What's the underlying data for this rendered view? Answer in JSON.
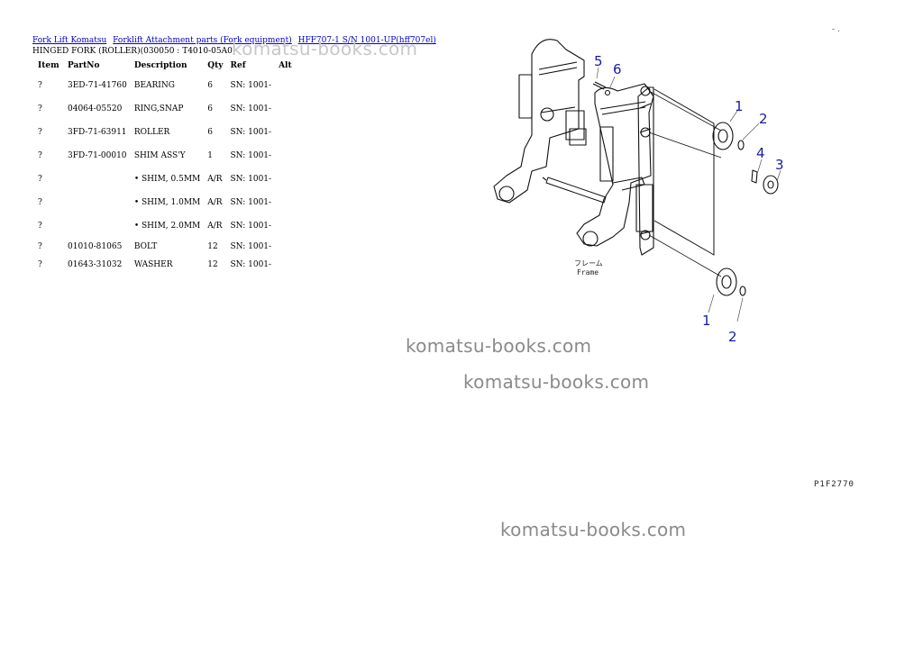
{
  "breadcrumb": {
    "items": [
      "Fork Lift Komatsu",
      "Forklift Attachment parts (Fork equipment)",
      "HFF707-1 S/N 1001-UP(hff707el)"
    ]
  },
  "page_title": "HINGED FORK (ROLLER)(030050 : T4010-05A0)",
  "table": {
    "headers": [
      "Item",
      "PartNo",
      "Description",
      "Qty",
      "Ref",
      "Alt"
    ],
    "rows": [
      {
        "item": "?",
        "part": "3ED-71-41760",
        "desc": "BEARING",
        "qty": "6",
        "ref": "SN: 1001-",
        "alt": "",
        "h": 26
      },
      {
        "item": "?",
        "part": "04064-05520",
        "desc": "RING,SNAP",
        "qty": "6",
        "ref": "SN: 1001-",
        "alt": "",
        "h": 26
      },
      {
        "item": "?",
        "part": "3FD-71-63911",
        "desc": "ROLLER",
        "qty": "6",
        "ref": "SN: 1001-",
        "alt": "",
        "h": 26
      },
      {
        "item": "?",
        "part": "3FD-71-00010",
        "desc": "SHIM ASS'Y",
        "qty": "1",
        "ref": "SN: 1001-",
        "alt": "",
        "h": 26
      },
      {
        "item": "?",
        "part": "",
        "desc": "• SHIM, 0.5MM",
        "qty": "A/R",
        "ref": "SN: 1001-",
        "alt": "",
        "h": 26
      },
      {
        "item": "?",
        "part": "",
        "desc": "• SHIM, 1.0MM",
        "qty": "A/R",
        "ref": "SN: 1001-",
        "alt": "",
        "h": 26
      },
      {
        "item": "?",
        "part": "",
        "desc": "• SHIM, 2.0MM",
        "qty": "A/R",
        "ref": "SN: 1001-",
        "alt": "",
        "h": 26
      },
      {
        "item": "?",
        "part": "01010-81065",
        "desc": "BOLT",
        "qty": "12",
        "ref": "SN: 1001-",
        "alt": "",
        "h": 20
      },
      {
        "item": "?",
        "part": "01643-31032",
        "desc": "WASHER",
        "qty": "12",
        "ref": "SN: 1001-",
        "alt": "",
        "h": 20
      }
    ]
  },
  "watermarks": [
    "komatsu-books.com",
    "komatsu-books.com",
    "komatsu-books.com",
    "komatsu-books.com"
  ],
  "diagram": {
    "callouts": [
      "1",
      "2",
      "3",
      "4",
      "5",
      "6",
      "1",
      "2"
    ],
    "frame_label_jp": "フレーム",
    "frame_label_en": "Frame"
  },
  "drawing_code": "P1F2770",
  "colors": {
    "link": "#0000cc",
    "callout": "#1a1aa0",
    "watermark": "#8a8a8a"
  }
}
